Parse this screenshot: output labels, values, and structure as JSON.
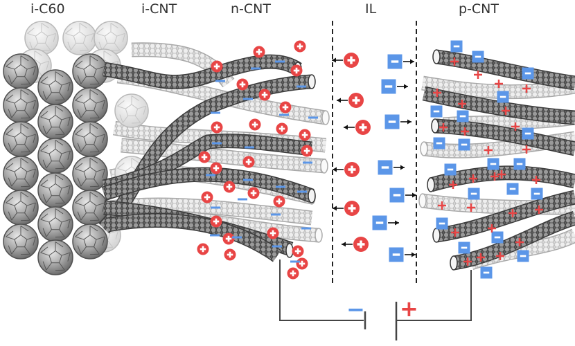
{
  "labels": {
    "i_c60": "i-C60",
    "i_cnt": "i-CNT",
    "n_cnt": "n-CNT",
    "il": "IL",
    "p_cnt": "p-CNT"
  },
  "circuit": {
    "neg_symbol": "−",
    "pos_symbol": "+"
  },
  "colors": {
    "cation": "#e84545",
    "anion": "#5b96e8",
    "tube_dark": "#6a6a6a",
    "tube_light": "#c8c8c8",
    "fullerene": "#9a9a9a",
    "wire": "#444444"
  },
  "legend_symbols": {
    "cation_icon": "plus-in-red-circle",
    "anion_icon": "minus-in-blue-square",
    "hole_icon": "red-plus",
    "electron_icon": "blue-dash"
  }
}
